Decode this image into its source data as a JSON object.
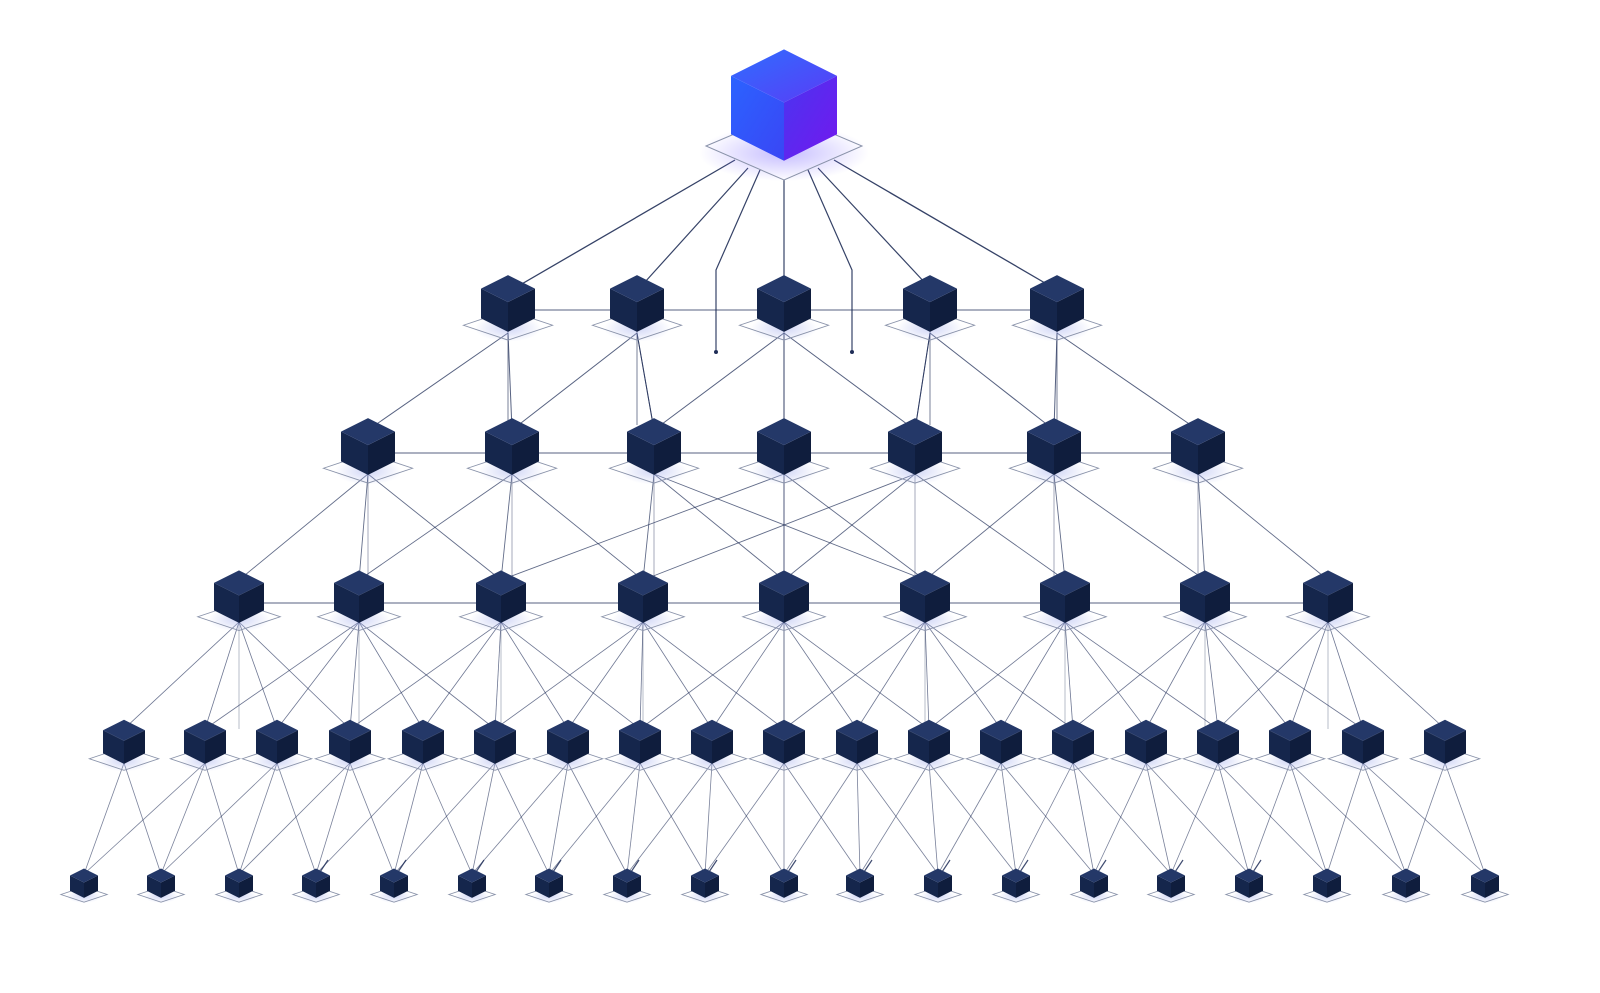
{
  "diagram": {
    "type": "hierarchical-network",
    "node_shape": "isometric-cube",
    "root": {
      "name": "root-node",
      "color_left": "#2f5cff",
      "color_right": "#6a1cf2",
      "color_top": "#3f6bff"
    },
    "tiers": [
      {
        "name": "tier-1",
        "node_count": 5
      },
      {
        "name": "tier-2",
        "node_count": 7
      },
      {
        "name": "tier-3",
        "node_count": 9
      },
      {
        "name": "tier-4",
        "node_count": 19
      },
      {
        "name": "tier-5",
        "node_count": 19
      }
    ],
    "colors": {
      "node_dark": "#1b2c57",
      "node_face_left": "#15264c",
      "node_face_right": "#0f1d3d",
      "node_face_top": "#243868",
      "edge": "#1f2d57",
      "platform": "#8a93aa",
      "shadow": "#b8c0ea",
      "background": "#ffffff"
    }
  }
}
